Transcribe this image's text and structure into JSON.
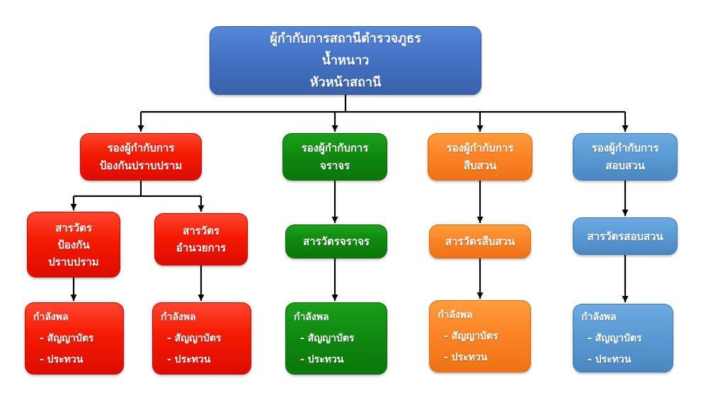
{
  "org": {
    "root": {
      "lines": [
        "ผู้กำกับการสถานีตำรวจภูธร",
        "น้ำหนาว",
        "หัวหน้าสถานี"
      ]
    },
    "branches": [
      {
        "name": "prevention-suppression",
        "deputy": {
          "lines": [
            "รองผู้กำกับการ",
            "ป้องกันปราบปราม"
          ]
        },
        "inspectors": [
          {
            "lines": [
              "สารวัตร",
              "ป้องกัน",
              "ปราบปราม"
            ],
            "personnel": {
              "lines": [
                "กำลังพล",
                "- สัญญาบัตร",
                "- ประทวน"
              ]
            }
          },
          {
            "lines": [
              "สารวัตร",
              "อำนวยการ"
            ],
            "personnel": {
              "lines": [
                "กำลังพล",
                "- สัญญาบัตร",
                "- ประทวน"
              ]
            }
          }
        ]
      },
      {
        "name": "traffic",
        "deputy": {
          "lines": [
            "รองผู้กำกับการ",
            "จราจร"
          ]
        },
        "inspectors": [
          {
            "lines": [
              "สารวัตรจราจร"
            ],
            "personnel": {
              "lines": [
                "กำลังพล",
                "- สัญญาบัตร",
                "- ประทวน"
              ]
            }
          }
        ]
      },
      {
        "name": "investigation",
        "deputy": {
          "lines": [
            "รองผู้กำกับการ",
            "สืบสวน"
          ]
        },
        "inspectors": [
          {
            "lines": [
              "สารวัตรสืบสวน"
            ],
            "personnel": {
              "lines": [
                "กำลังพล",
                "- สัญญาบัตร",
                "- ประทวน"
              ]
            }
          }
        ]
      },
      {
        "name": "inquiry",
        "deputy": {
          "lines": [
            "รองผู้กำกับการ",
            "สอบสวน"
          ]
        },
        "inspectors": [
          {
            "lines": [
              "สารวัตรสอบสวน"
            ],
            "personnel": {
              "lines": [
                "กำลังพล",
                "- สัญญาบัตร",
                "- ประทวน"
              ]
            }
          }
        ]
      }
    ],
    "colors": {
      "root": "#4472C4",
      "prevention_suppression": "#F41A00",
      "traffic": "#0F8A0F",
      "investigation": "#FB8527",
      "inquiry": "#5B9BD5",
      "connector": "#000000",
      "text": "#FFFFFF",
      "background": "#FFFFFF"
    }
  }
}
